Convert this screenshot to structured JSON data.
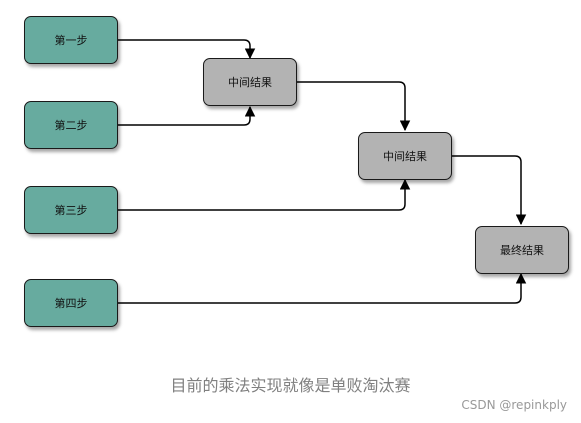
{
  "diagram": {
    "nodes": {
      "step1": "第一步",
      "step2": "第二步",
      "step3": "第三步",
      "step4": "第四步",
      "mid1": "中间结果",
      "mid2": "中间结果",
      "final": "最终结果"
    },
    "colors": {
      "step_fill": "#67ab9f",
      "intermediate_fill": "#b3b3b3",
      "edge": "#000000"
    }
  },
  "caption": "目前的乘法实现就像是单败淘汰赛",
  "watermark": "CSDN @repinkply"
}
